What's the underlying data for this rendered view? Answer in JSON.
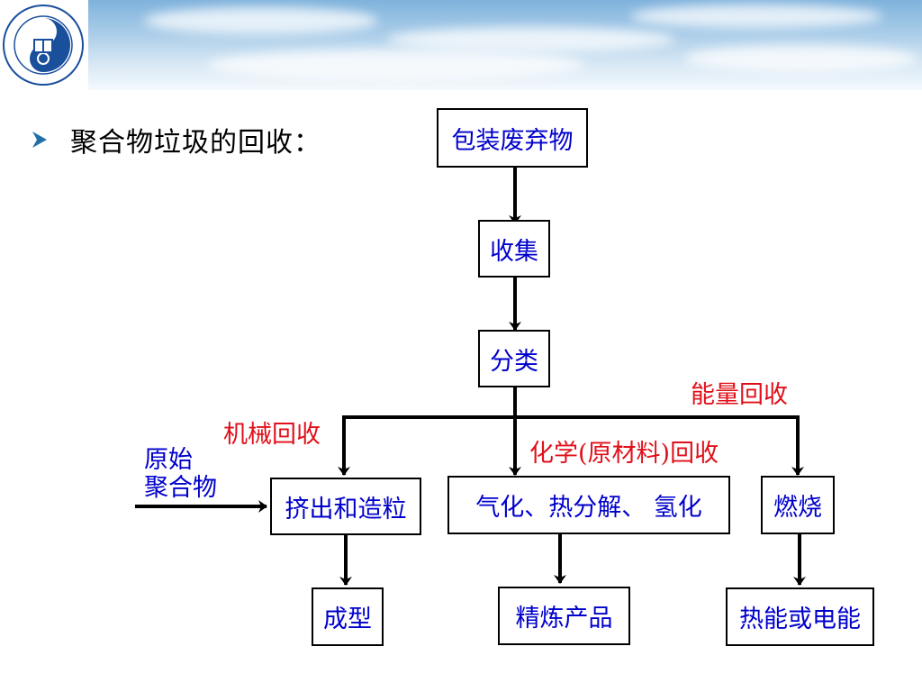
{
  "bullet": {
    "text": "聚合物垃圾的回收："
  },
  "boxes": {
    "packaging_waste": "包装废弃物",
    "collection": "收集",
    "sorting": "分类",
    "extrusion": "挤出和造粒",
    "gasification": "气化、热分解、 氢化",
    "combustion": "燃烧",
    "molding": "成型",
    "refined_products": "精炼产品",
    "energy_output": "热能或电能"
  },
  "labels": {
    "energy_recovery": "能量回收",
    "mechanical_recovery": "机械回收",
    "chemical_recovery": "化学(原材料)回收",
    "virgin_polymer_line1": "原始",
    "virgin_polymer_line2": "聚合物"
  },
  "colors": {
    "box_text": "#0000cc",
    "label_red": "#e0101a",
    "bullet_arrow": "#1f6fa8",
    "stroke": "#000000"
  },
  "icons": {
    "bullet": "arrowhead-bullet-icon",
    "logo": "university-seal-logo"
  }
}
